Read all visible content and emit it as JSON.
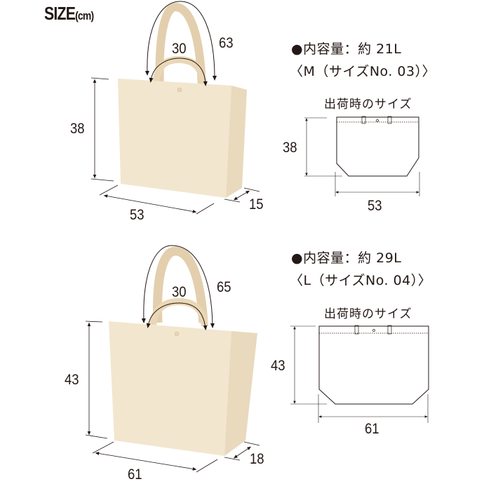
{
  "title": {
    "main": "SIZE",
    "unit": "(cm)"
  },
  "colors": {
    "bag": "#f3e6cf",
    "bag_side": "#e9d9bd",
    "handle": "#ead7b6",
    "line": "#231815"
  },
  "sizes": [
    {
      "id": "M",
      "capacity": "●内容量：約 21L",
      "size_label": "〈M（サイズNo. 03）〉",
      "flat_caption": "出荷時のサイズ",
      "dimensions": {
        "height": "38",
        "width": "53",
        "gusset": "15",
        "handle_short": "30",
        "handle_long": "63"
      },
      "flat": {
        "height": "38",
        "width": "53"
      }
    },
    {
      "id": "L",
      "capacity": "●内容量：約 29L",
      "size_label": "〈L（サイズNo. 04）〉",
      "flat_caption": "出荷時のサイズ",
      "dimensions": {
        "height": "43",
        "width": "61",
        "gusset": "18",
        "handle_short": "30",
        "handle_long": "65"
      },
      "flat": {
        "height": "43",
        "width": "61"
      }
    }
  ]
}
